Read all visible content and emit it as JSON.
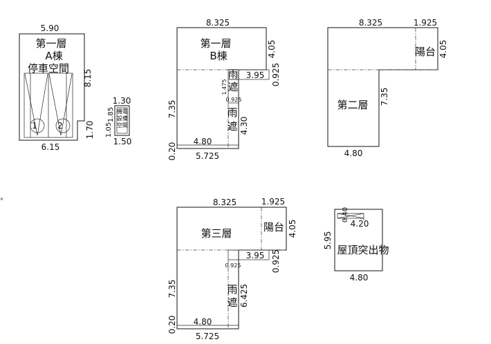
{
  "a": {
    "top": "5.90",
    "title1": "第一層",
    "title2": "A棟",
    "title3": "停車空間",
    "right_h": "8.15",
    "step": "1.70",
    "bottom": "6.15",
    "space1": "1",
    "space2": "2"
  },
  "mech": {
    "top": "1.30",
    "left_h": "1.85",
    "label1": "機電",
    "label2": "設備",
    "label3": "空間",
    "left_small": "1.05",
    "bottom": "1.50"
  },
  "b": {
    "top": "8.325",
    "title1": "第一層",
    "title2": "B棟",
    "right_h": "4.05",
    "canopy_char1": "雨",
    "canopy_char2": "遮",
    "canopy_w": "3.95",
    "canopy_d": "0.925",
    "canopy_h": "1.475",
    "canopy_d2": "0.925",
    "left_h": "7.35",
    "corridor_h": "4.30",
    "inner_bottom": "4.80",
    "left_small": "0.20",
    "bottom": "5.725"
  },
  "f2": {
    "top": "8.325",
    "top_right": "1.925",
    "balcony": "陽台",
    "right_h": "4.05",
    "title": "第二層",
    "left_h": "7.35",
    "bottom": "4.80"
  },
  "f3": {
    "top": "8.325",
    "top_right": "1.925",
    "balcony": "陽台",
    "right_h": "4.05",
    "title": "第三層",
    "canopy_w": "3.95",
    "canopy_d": "0.925",
    "canopy_d2": "0.925",
    "left_h": "7.35",
    "corridor_h": "6.425",
    "canopy_char1": "雨",
    "canopy_char2": "遮",
    "inner_bottom": "4.80",
    "left_small": "0.20",
    "bottom": "5.725"
  },
  "roof": {
    "small_h": "0.40",
    "inner_w": "4.20",
    "left_h": "5.95",
    "title": "屋頂突出物",
    "bottom": "4.80"
  },
  "misc": {
    "mark": "°"
  }
}
